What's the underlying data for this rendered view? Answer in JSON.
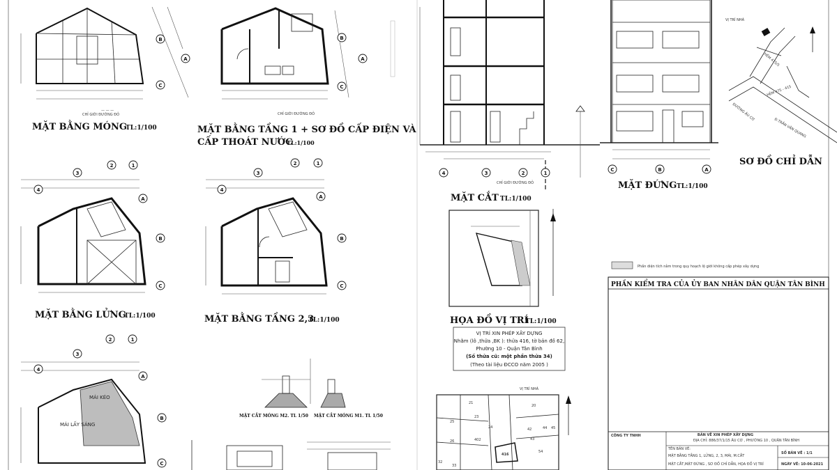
{
  "titles": {
    "mong": "MẶT BẰNG MÓNG",
    "mong_scale": "TL:1/100",
    "tang1_line1": "MẶT BẰNG TẦNG 1 + SƠ ĐỒ CẤP ĐIỆN VÀ",
    "tang1_line2": "CẤP THOÁT NƯỚC",
    "tang1_scale": "TL:1/100",
    "lung": "MẶT BẰNG LỬNG",
    "lung_scale": "TL:1/100",
    "tang23": "MẶT BẰNG TẦNG 2,3",
    "tang23_scale": "TL:1/100",
    "matcat": "MẶT CẮT",
    "matcat_scale": "TL:1/100",
    "matdung": "MẶT ĐỨNG",
    "matdung_scale": "TL:1/100",
    "sodo": "SƠ ĐỒ CHỈ DẪN",
    "hoado": "HỌA ĐỒ VỊ TRÍ",
    "hoado_scale": "TL:1/100",
    "matcatmong_m2": "MẶT CẮT MÓNG M2. TL 1/50",
    "matcatmong_m1": "MẶT CẮT MÓNG M1. TL 1/50"
  },
  "labels": {
    "chi_gioi": "CHỈ GIỚI ĐƯỜNG ĐỎ",
    "vi_tri_nha": "VỊ TRÍ NHÀ",
    "hem": "HẺM 475/5",
    "hem2": "HẺM 475 - 415",
    "duong_au_co": "ĐƯỜNG ÂU CƠ",
    "tran_van_quang": "Đ.TRẦN VĂN QUANG",
    "mai_keo": "MÁI KÉO",
    "mai_lay_sang": "MÁI LẤY SÁNG",
    "legend_note": "Phần diện tích nằm trong quy hoạch lộ giới không cấp phép xây dựng",
    "lot_402": "402",
    "lot_416": "416"
  },
  "grid_axes": {
    "a": "A",
    "b": "B",
    "c": "C",
    "n1": "1",
    "n2": "2",
    "n3": "3",
    "n4": "4"
  },
  "location_box": {
    "line1": "VỊ TRÍ XIN PHÉP XÂY DỰNG",
    "line2": "Nhằm (lô ,thửa ,BK ): thửa 416, tờ bản đồ 62,",
    "line3": "Phường 10 - Quận Tân Bình",
    "line4": "(Số thửa cũ: một phần thửa 34)",
    "line5": "(Theo tài liệu ĐCCO năm 2005 )"
  },
  "inspection": {
    "header": "PHẦN KIỂM TRA CỦA ỦY BAN NHÂN DÂN QUẬN TÂN BÌNH"
  },
  "titleblock": {
    "company": "CÔNG TY TNHH",
    "project": "BẢN VẼ XIN PHÉP XÂY DỰNG",
    "address": "ĐỊA CHỈ: 886/37/1/15 ÂU CƠ , PHƯỜNG 10 , QUẬN TÂN BÌNH",
    "sheet_label": "TÊN BẢN VẼ:",
    "sheet1": "MẶT BẰNG TẦNG 1, LỬNG, 2, 3, MÁI, M.CẮT",
    "sheet2": "MẶT CẮT,MẶT ĐỨNG , SƠ ĐỒ CHỈ DẪN, HỌA ĐỒ VỊ TRÍ",
    "sheet_no": "SỐ BẢN VẼ : 1/1",
    "date": "NGÀY VẼ: 10-06-2021"
  }
}
